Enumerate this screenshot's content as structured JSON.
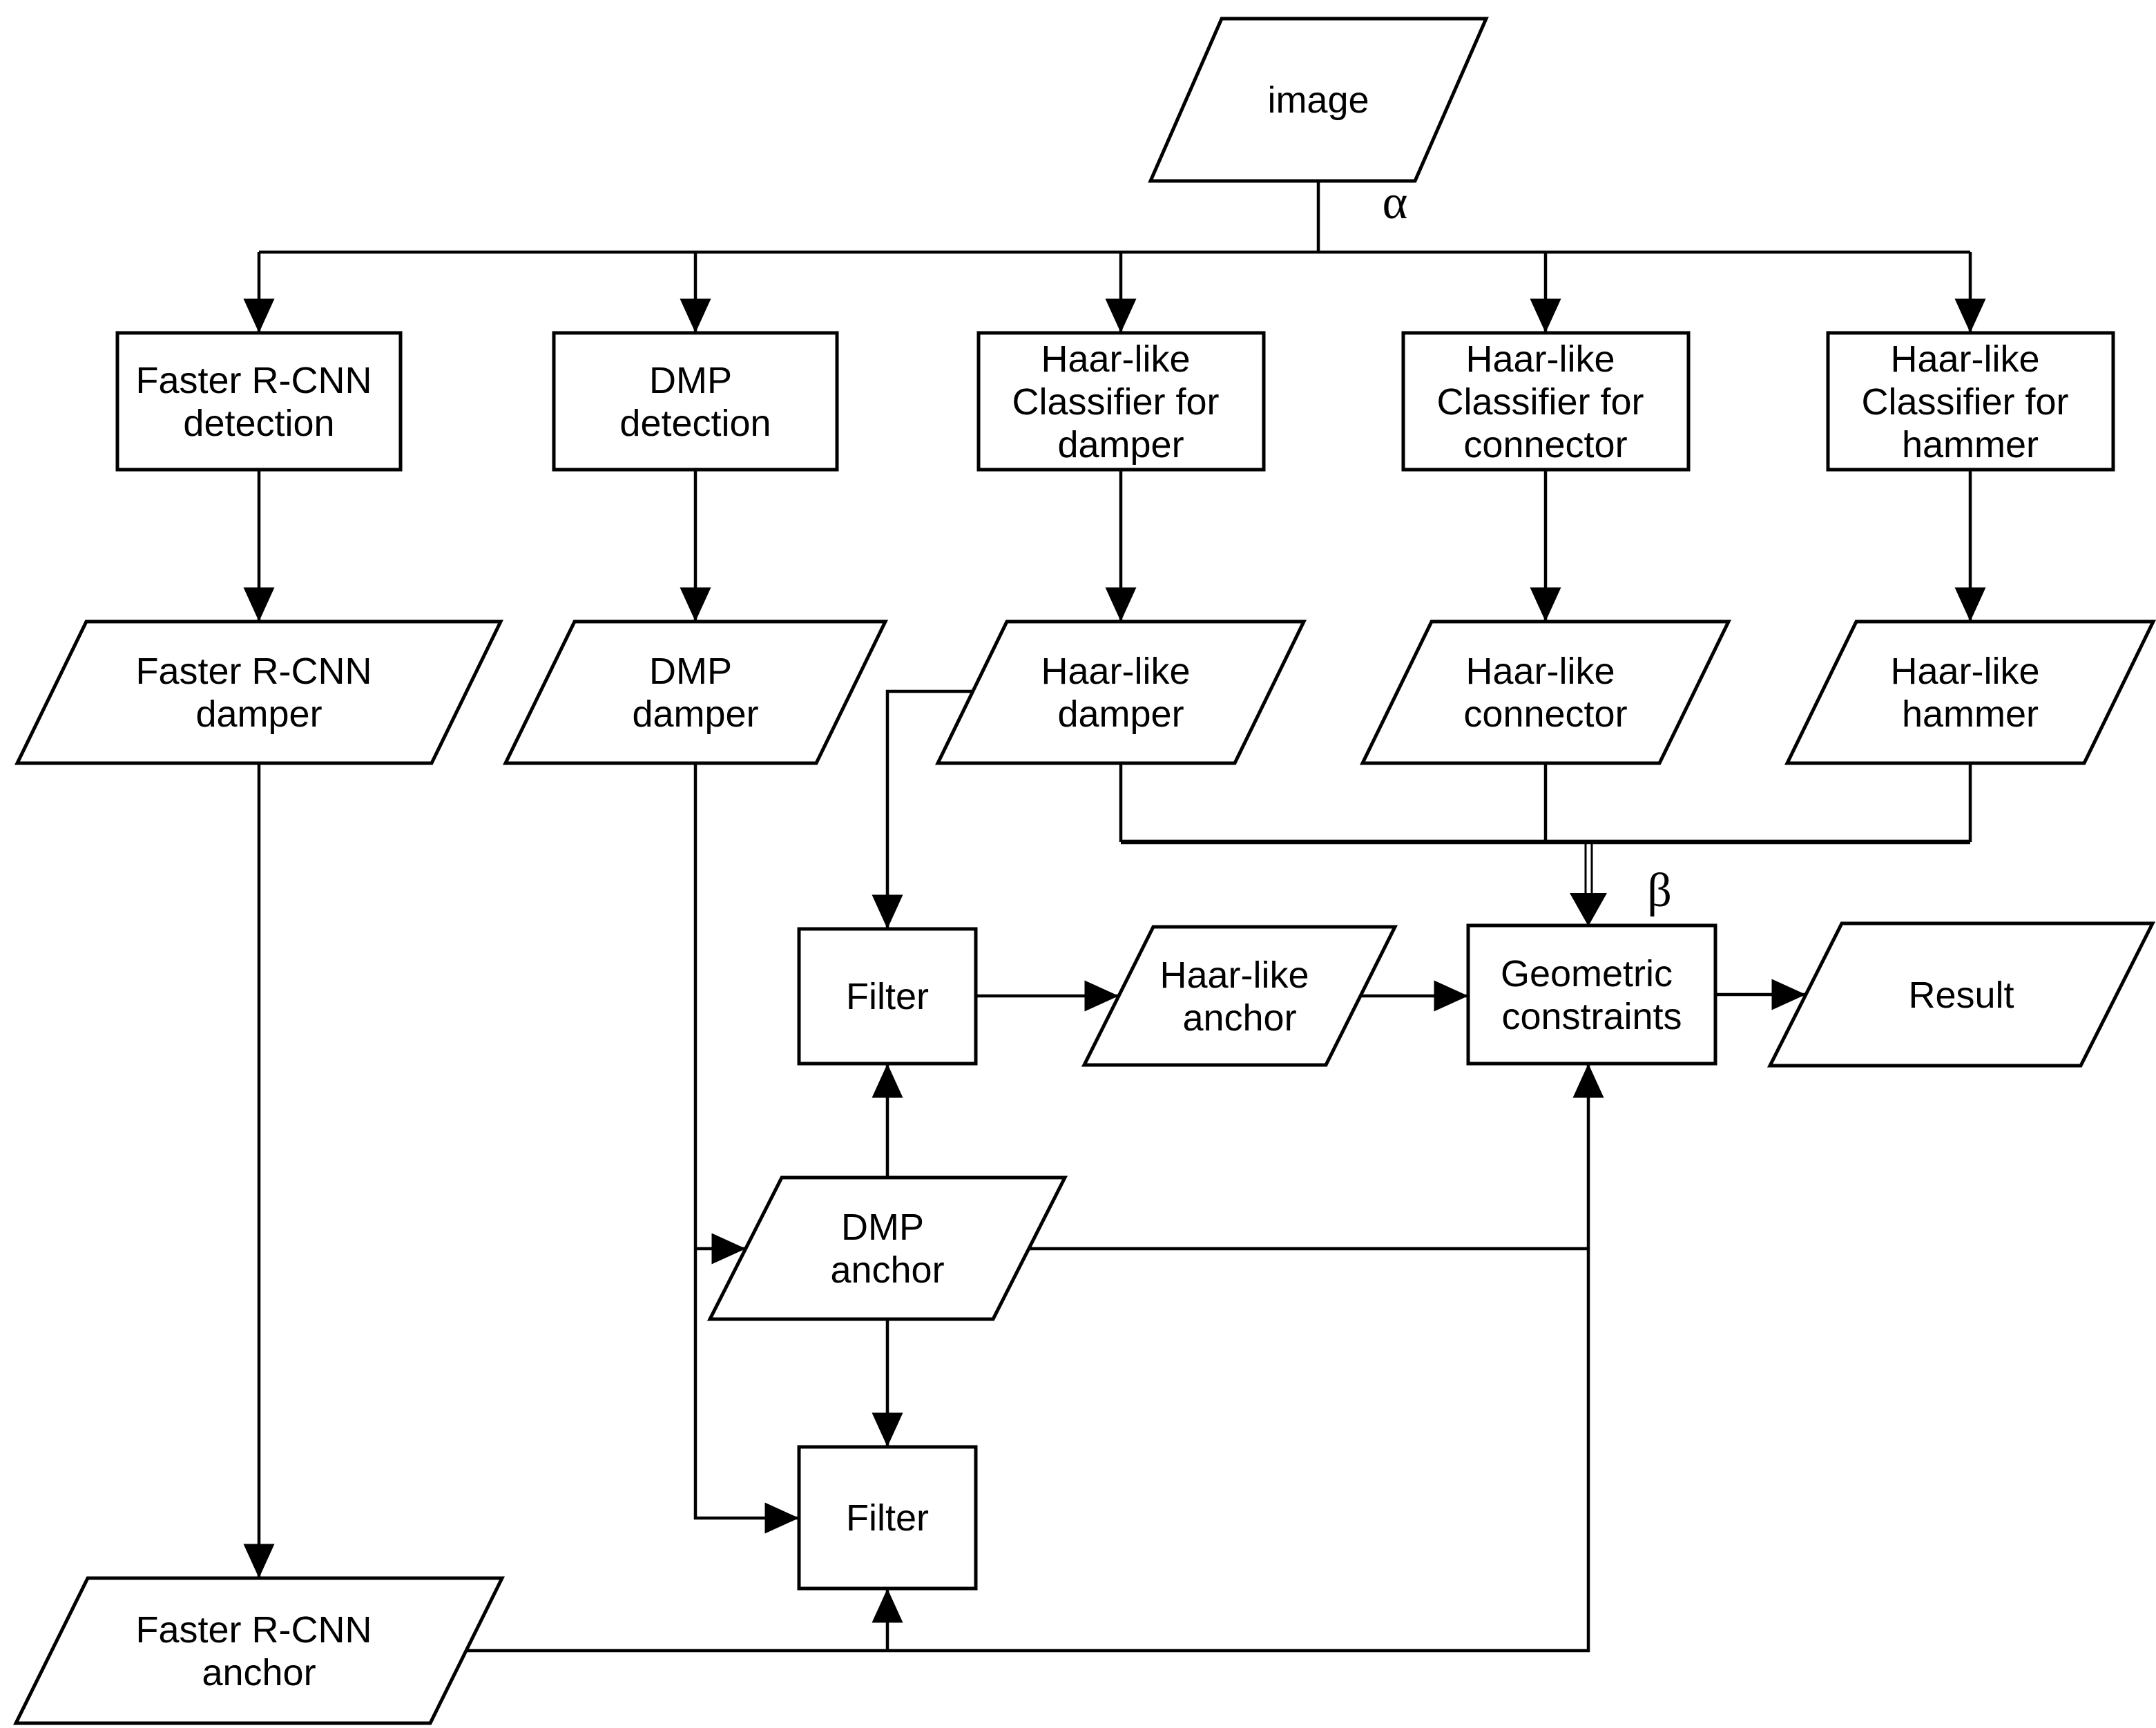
{
  "colors": {
    "background": "#ffffff",
    "stroke": "#000000",
    "text": "#000000"
  },
  "nodes": {
    "image": {
      "type": "io",
      "lines": [
        "image"
      ]
    },
    "frcnn_detection": {
      "type": "process",
      "lines": [
        "Faster R-CNN",
        "detection"
      ]
    },
    "dmp_detection": {
      "type": "process",
      "lines": [
        "DMP",
        "detection"
      ]
    },
    "haar_classifier_damper": {
      "type": "process",
      "lines": [
        "Haar-like",
        "Classifier for",
        "damper"
      ]
    },
    "haar_classifier_connector": {
      "type": "process",
      "lines": [
        "Haar-like",
        "Classifier for",
        "connector"
      ]
    },
    "haar_classifier_hammer": {
      "type": "process",
      "lines": [
        "Haar-like",
        "Classifier for",
        "hammer"
      ]
    },
    "frcnn_damper": {
      "type": "io",
      "lines": [
        "Faster R-CNN",
        "damper"
      ]
    },
    "dmp_damper": {
      "type": "io",
      "lines": [
        "DMP",
        "damper"
      ]
    },
    "haar_damper": {
      "type": "io",
      "lines": [
        "Haar-like",
        "damper"
      ]
    },
    "haar_connector": {
      "type": "io",
      "lines": [
        "Haar-like",
        "connector"
      ]
    },
    "haar_hammer": {
      "type": "io",
      "lines": [
        "Haar-like",
        "hammer"
      ]
    },
    "filter_top": {
      "type": "process",
      "lines": [
        "Filter"
      ]
    },
    "haar_anchor": {
      "type": "io",
      "lines": [
        "Haar-like",
        "anchor"
      ]
    },
    "geometric_constraints": {
      "type": "process",
      "lines": [
        "Geometric",
        "constraints"
      ]
    },
    "result": {
      "type": "io",
      "lines": [
        "Result"
      ]
    },
    "dmp_anchor": {
      "type": "io",
      "lines": [
        "DMP",
        "anchor"
      ]
    },
    "filter_bottom": {
      "type": "process",
      "lines": [
        "Filter"
      ]
    },
    "frcnn_anchor": {
      "type": "io",
      "lines": [
        "Faster R-CNN",
        "anchor"
      ]
    }
  },
  "annotations": {
    "alpha": "α",
    "beta": "β"
  }
}
